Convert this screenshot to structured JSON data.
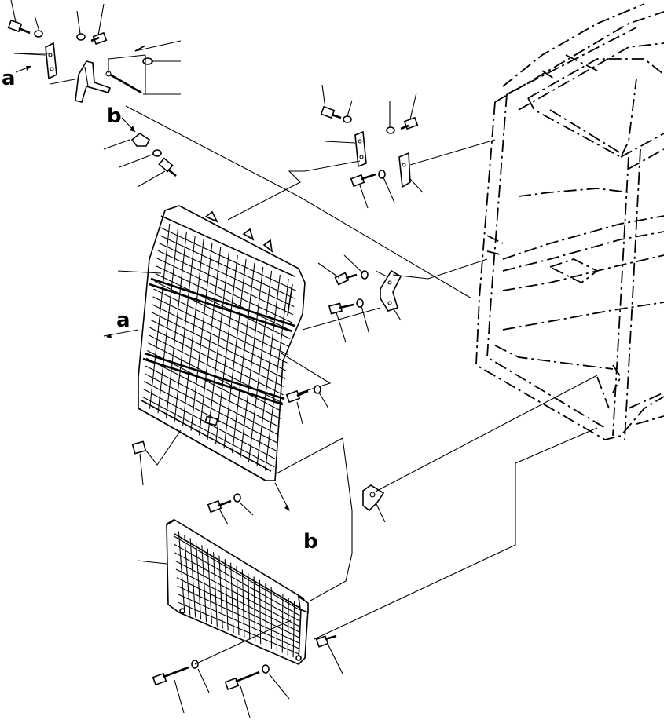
{
  "figure": {
    "callouts": {
      "a_top": "a",
      "b_top": "b",
      "a_mid": "a",
      "b_bottom": "b"
    },
    "colors": {
      "ink": "#000000",
      "paper": "#ffffff"
    },
    "icons": [
      "bolt-icon",
      "washer-icon",
      "bracket-icon",
      "grille-icon",
      "cab-frame-icon"
    ]
  }
}
